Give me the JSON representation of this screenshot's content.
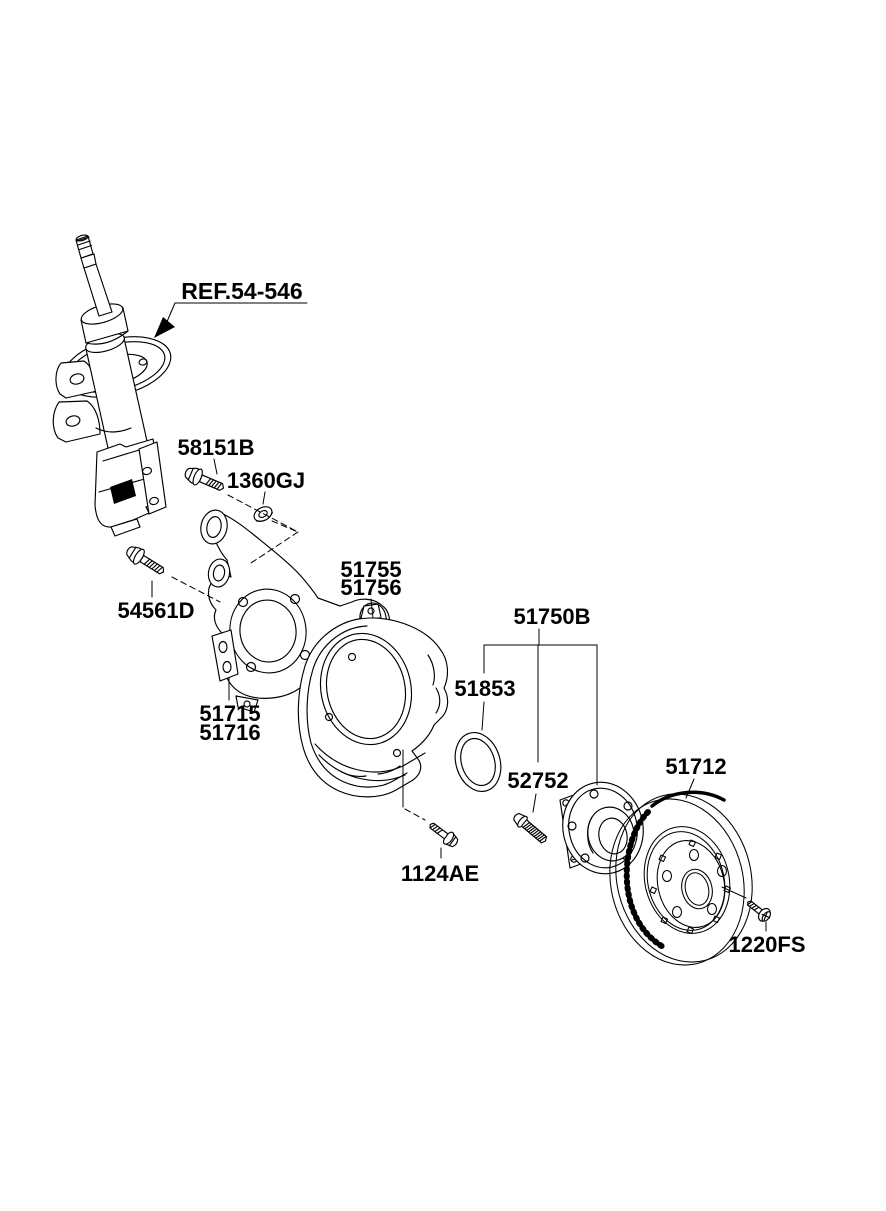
{
  "colors": {
    "line": "#000000",
    "background": "#ffffff",
    "label_text": "#000000"
  },
  "callouts": {
    "strut_ref": "REF.54-546",
    "strut_bolt": "58151B",
    "lock_nut": "1360GJ",
    "knuckle_bolt": "54561D",
    "knuckle_upper": "51715",
    "knuckle_lower": "51716",
    "dust_cover_upper": "51755",
    "dust_cover_lower": "51756",
    "hub_assembly": "51750B",
    "snap_ring": "51853",
    "wheel_stud": "52752",
    "cover_bolt": "1124AE",
    "brake_disc": "51712",
    "disc_screw": "1220FS"
  }
}
